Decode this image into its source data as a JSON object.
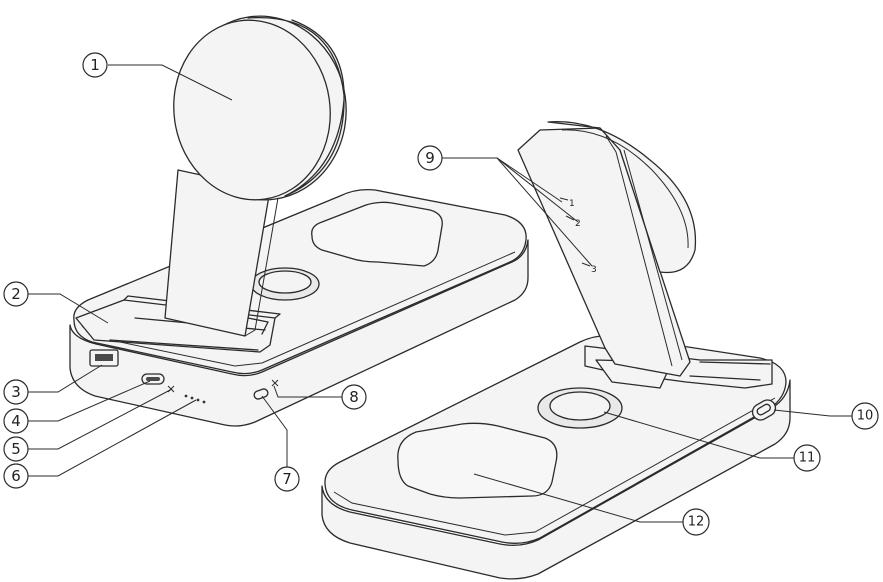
{
  "callouts": [
    "1",
    "2",
    "3",
    "4",
    "5",
    "6",
    "7",
    "8",
    "9",
    "10",
    "11",
    "12"
  ],
  "angle_marks": [
    "1",
    "2",
    "3"
  ]
}
